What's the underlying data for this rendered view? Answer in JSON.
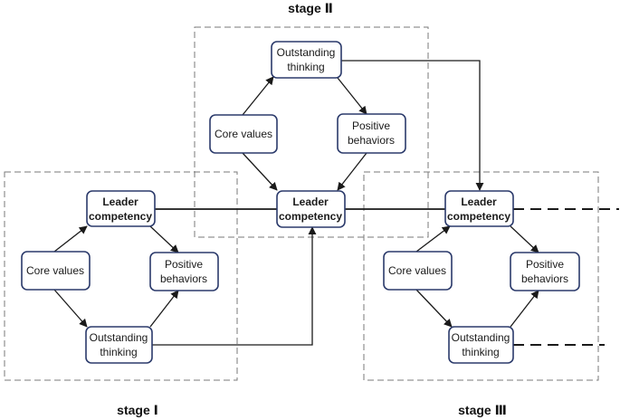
{
  "stages": [
    {
      "label": "stage  Ⅰ"
    },
    {
      "label": "stage  Ⅱ"
    },
    {
      "label": "stage  Ⅲ"
    }
  ],
  "nodes": {
    "leader": {
      "line1": "Leader",
      "line2": "competency"
    },
    "core": {
      "text": "Core values"
    },
    "positive": {
      "line1": "Positive",
      "line2": "behaviors"
    },
    "outstanding": {
      "line1": "Outstanding",
      "line2": "thinking"
    }
  },
  "colors": {
    "node_border": "#2b3a6b",
    "frame": "#7a7a7a",
    "line": "#1a1a1a"
  }
}
